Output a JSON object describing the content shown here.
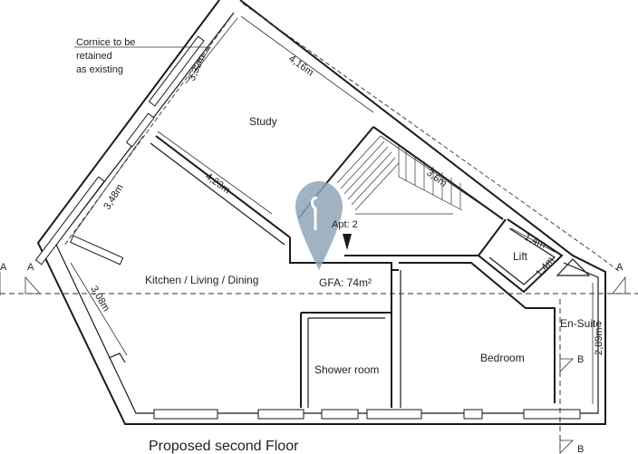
{
  "plan": {
    "title": "Proposed second Floor",
    "note": [
      "Cornice to be",
      "retained",
      "as existing"
    ],
    "rooms": {
      "study": "Study",
      "kitchen": "Kitchen / Living / Dining",
      "lift": "Lift",
      "ensuite": "En-Suite",
      "bedroom": "Bedroom",
      "shower": "Shower room"
    },
    "apt_label": "Apt: 2",
    "gfa_label": "GFA: 74m²",
    "dimensions": {
      "d_332": "3,32m",
      "d_416": "4,16m",
      "d_348": "3,48m",
      "d_423": "4,23m",
      "d_36": "3,6m",
      "d_14a": "1,4m",
      "d_14b": "1,4m",
      "d_308": "3,08m",
      "d_289": "2,89m"
    },
    "section_marks": {
      "a_left_1": "A",
      "a_left_2": "A",
      "a_right": "A",
      "b_top": "B",
      "b_bottom": "B"
    },
    "colors": {
      "line": "#1a1a1a",
      "pin": "#8fa6b8"
    },
    "icons": [
      "map-pin-icon",
      "north-triangle-icon"
    ]
  }
}
